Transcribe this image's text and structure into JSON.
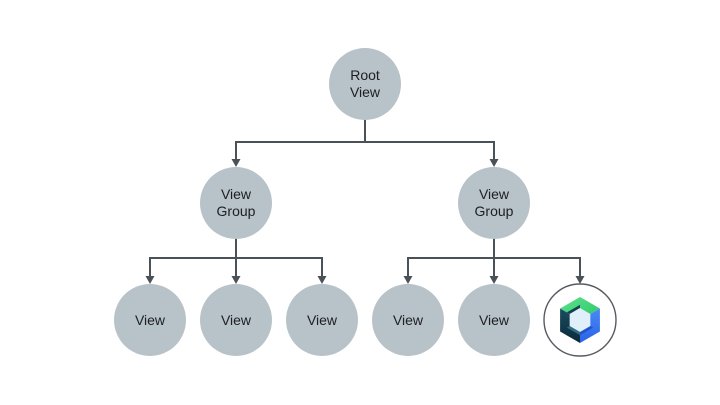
{
  "diagram": {
    "name": "view-hierarchy-tree",
    "colors": {
      "background": "#ffffff",
      "node_fill": "#b8c2c9",
      "node_text": "#1d1f21",
      "connector": "#4a5157",
      "compose_circle_fill": "#ffffff",
      "compose_ring": "#565b60",
      "compose_green_light": "#5de08d",
      "compose_green_dark": "#2cc868",
      "compose_blue_light": "#4a89f4",
      "compose_blue_dark": "#2b63e8",
      "compose_navy_light": "#1c4c60",
      "compose_navy_dark": "#0a2a39",
      "compose_wall_nw": "#143f52",
      "compose_wall_sw": "#2b6e84",
      "compose_wall_se": "#1d54cd",
      "compose_inner": "#dff0fa"
    },
    "nodes": {
      "root": {
        "line1": "Root",
        "line2": "View"
      },
      "group_left": {
        "line1": "View",
        "line2": "Group"
      },
      "group_right": {
        "line1": "View",
        "line2": "Group"
      },
      "view1": {
        "label": "View"
      },
      "view2": {
        "label": "View"
      },
      "view3": {
        "label": "View"
      },
      "view4": {
        "label": "View"
      },
      "view5": {
        "label": "View"
      },
      "compose": {
        "icon": "jetpack-compose-logo"
      }
    }
  }
}
